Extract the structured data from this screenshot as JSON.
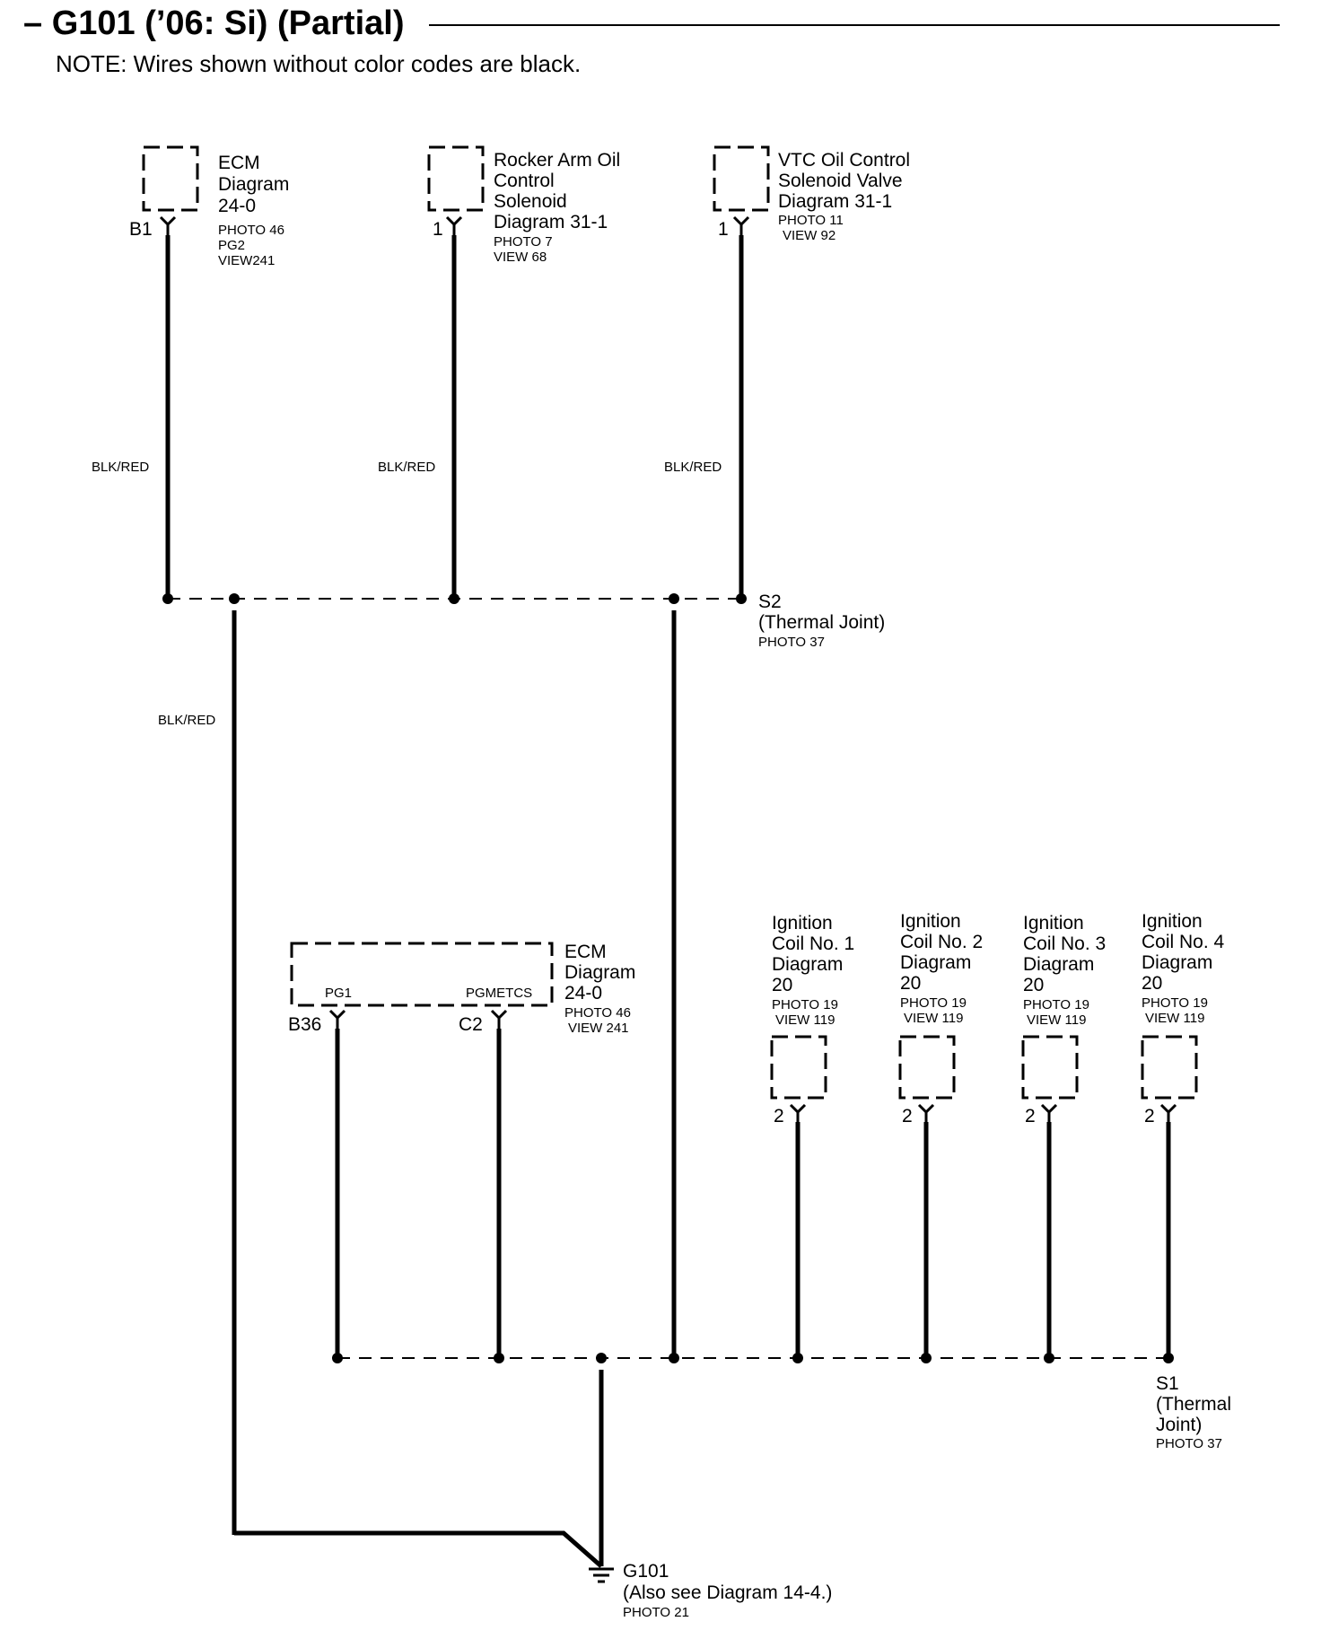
{
  "title": "– G101 (’06: Si) (Partial)",
  "note": "NOTE: Wires shown without color codes are black.",
  "components": {
    "ecm_top": {
      "pin": "B1",
      "lines": [
        "ECM",
        "Diagram",
        "24-0"
      ],
      "refs": [
        "PHOTO 46",
        "PG2",
        "VIEW241"
      ]
    },
    "rocker": {
      "pin": "1",
      "lines": [
        "Rocker Arm Oil",
        "Control",
        "Solenoid",
        "Diagram 31-1"
      ],
      "refs": [
        "PHOTO 7",
        "VIEW 68"
      ]
    },
    "vtc": {
      "pin": "1",
      "lines": [
        "VTC Oil Control",
        "Solenoid Valve",
        "Diagram 31-1"
      ],
      "refs": [
        "PHOTO 11",
        "VIEW 92"
      ]
    },
    "ecm_bottom": {
      "pins": [
        "B36",
        "C2"
      ],
      "inner_labels": [
        "PG1",
        "PGMETCS"
      ],
      "lines": [
        "ECM",
        "Diagram",
        "24-0"
      ],
      "refs": [
        "PHOTO 46",
        "VIEW 241"
      ]
    },
    "coils": [
      {
        "pin": "2",
        "lines": [
          "Ignition",
          "Coil No. 1",
          "Diagram",
          "20"
        ],
        "refs": [
          "PHOTO 19",
          "VIEW 119"
        ]
      },
      {
        "pin": "2",
        "lines": [
          "Ignition",
          "Coil No. 2",
          "Diagram",
          "20"
        ],
        "refs": [
          "PHOTO 19",
          "VIEW 119"
        ]
      },
      {
        "pin": "2",
        "lines": [
          "Ignition",
          "Coil No. 3",
          "Diagram",
          "20"
        ],
        "refs": [
          "PHOTO 19",
          "VIEW 119"
        ]
      },
      {
        "pin": "2",
        "lines": [
          "Ignition",
          "Coil No. 4",
          "Diagram",
          "20"
        ],
        "refs": [
          "PHOTO 19",
          "VIEW 119"
        ]
      }
    ]
  },
  "wire_labels": [
    "BLK/RED",
    "BLK/RED",
    "BLK/RED",
    "BLK/RED"
  ],
  "splices": {
    "s2": {
      "lines": [
        "S2",
        "(Thermal Joint)"
      ],
      "ref": "PHOTO 37"
    },
    "s1": {
      "lines": [
        "S1",
        "(Thermal",
        "Joint)"
      ],
      "ref": "PHOTO 37"
    }
  },
  "ground": {
    "lines": [
      "G101",
      "(Also see Diagram 14-4.)"
    ],
    "ref": "PHOTO 21"
  }
}
